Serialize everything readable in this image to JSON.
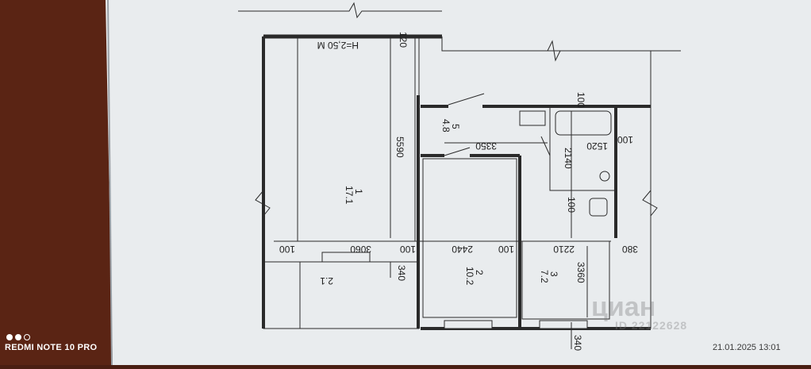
{
  "device": {
    "brand_label": "REDMI NOTE 10 PRO",
    "dot_colors": [
      "#ffffff",
      "#ffffff",
      "transparent"
    ],
    "timestamp": "21.01.2025  13:01"
  },
  "watermark": {
    "brand": "циан",
    "id": "ID 22122628"
  },
  "plan": {
    "height_note": "H=2,50 M",
    "rooms": [
      {
        "num": "1",
        "area": "17.1"
      },
      {
        "num": "2",
        "area": "10.2"
      },
      {
        "num": "3",
        "area": "7.2"
      },
      {
        "num": "5",
        "area": "4.8"
      },
      {
        "num": "",
        "area": "2.1"
      }
    ],
    "dims": {
      "wall_top": "120",
      "room1_len": "5590",
      "corridor_len": "3350",
      "bath_top": "100",
      "bath_right": "100",
      "bath_width": "1520",
      "bath_len": "2140",
      "wc_wall": "100",
      "r1_left_wall": "100",
      "r1_width": "3060",
      "r1_right_wall": "100",
      "r2_width": "2440",
      "r2_right_wall": "100",
      "r3_width": "2210",
      "ext_wall": "380",
      "r3_len": "3360",
      "balcony_wall": "340",
      "bottom_wall": "340"
    },
    "colors": {
      "paper": "#eef0f1",
      "line": "#2a2a2a",
      "wall": "#3a3a3a"
    }
  }
}
